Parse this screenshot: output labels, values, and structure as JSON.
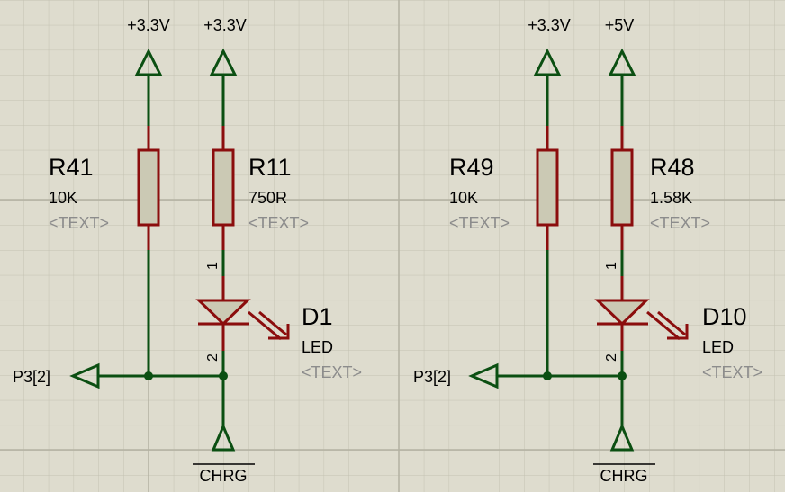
{
  "left": {
    "power1": "+3.3V",
    "power2": "+3.3V",
    "resistor1": {
      "ref": "R41",
      "value": "10K",
      "text": "<TEXT>"
    },
    "resistor2": {
      "ref": "R11",
      "value": "750R",
      "text": "<TEXT>"
    },
    "diode": {
      "ref": "D1",
      "value": "LED",
      "text": "<TEXT>",
      "pin1": "1",
      "pin2": "2"
    },
    "port": "P3[2]",
    "terminal": "CHRG"
  },
  "right": {
    "power1": "+3.3V",
    "power2": "+5V",
    "resistor1": {
      "ref": "R49",
      "value": "10K",
      "text": "<TEXT>"
    },
    "resistor2": {
      "ref": "R48",
      "value": "1.58K",
      "text": "<TEXT>"
    },
    "diode": {
      "ref": "D10",
      "value": "LED",
      "text": "<TEXT>",
      "pin1": "1",
      "pin2": "2"
    },
    "port": "P3[2]",
    "terminal": "CHRG"
  },
  "colors": {
    "wire": "#0b4f12",
    "component": "#8b0d0d",
    "background": "#dedcce"
  }
}
